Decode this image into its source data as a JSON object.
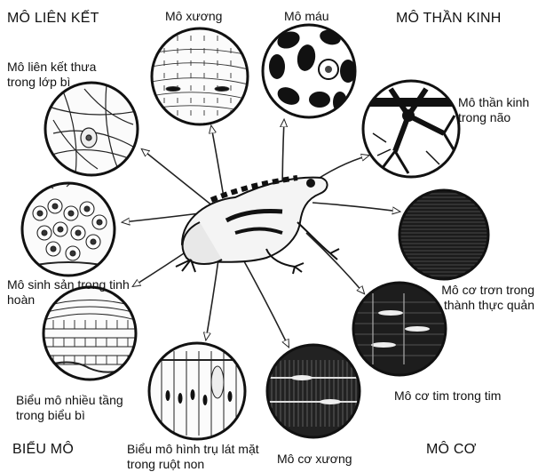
{
  "headers": {
    "connective": "MÔ LIÊN KẾT",
    "nervous": "MÔ THẦN KINH",
    "epithelial": "BIỂU MÔ",
    "muscle": "MÔ CƠ"
  },
  "labels": {
    "loose_connective": "Mô liên kết thưa trong lớp bì",
    "bone": "Mô xương",
    "blood": "Mô máu",
    "nerve_brain": "Mô thần kinh trong não",
    "reproductive_testis": "Mô sinh sản trong tinh hoàn",
    "smooth_muscle": "Mô cơ trơn trong thành thực quản",
    "cardiac_muscle": "Mô cơ tim trong tim",
    "stratified_epithelium": "Biểu mô nhiều tầng trong biểu bì",
    "columnar_epithelium": "Biểu mô hình trụ lát mặt trong ruột non",
    "skeletal_muscle": "Mô cơ xương"
  }
}
